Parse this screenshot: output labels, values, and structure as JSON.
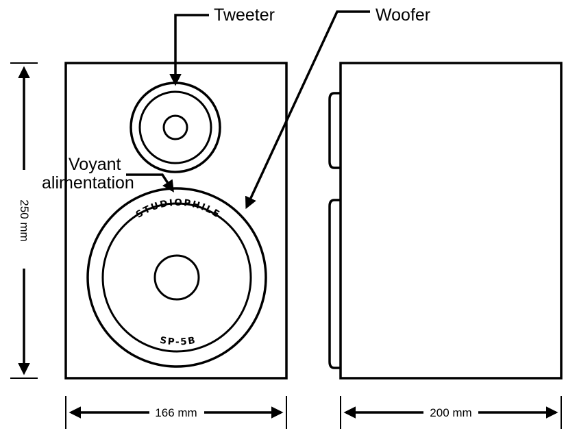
{
  "labels": {
    "tweeter": "Tweeter",
    "woofer": "Woofer",
    "power_indicator_line1": "Voyant",
    "power_indicator_line2": "alimentation"
  },
  "brand": {
    "name": "STUDIOPHILE",
    "model": "SP-5B"
  },
  "dimensions": {
    "height": "250 mm",
    "front_width": "166 mm",
    "side_depth": "200 mm"
  },
  "colors": {
    "line": "#000000",
    "background": "#ffffff"
  }
}
